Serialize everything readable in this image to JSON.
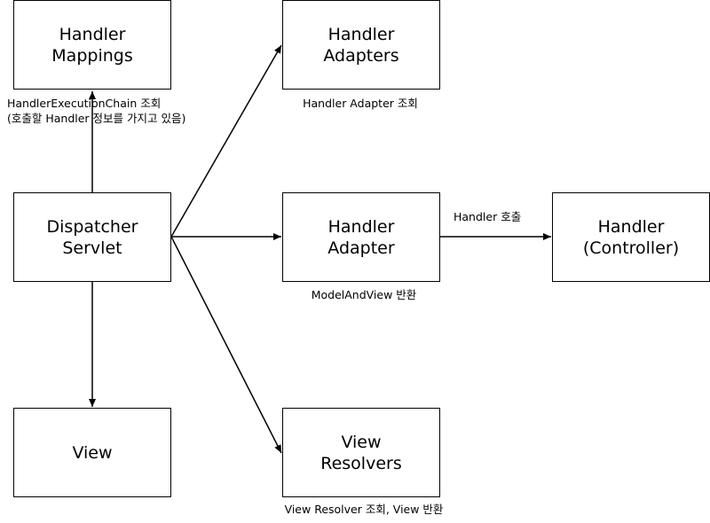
{
  "nodes": {
    "handler_mappings": {
      "line1": "Handler",
      "line2": "Mappings"
    },
    "handler_adapters": {
      "line1": "Handler",
      "line2": "Adapters"
    },
    "dispatcher_servlet": {
      "line1": "Dispatcher",
      "line2": "Servlet"
    },
    "handler_adapter": {
      "line1": "Handler",
      "line2": "Adapter"
    },
    "handler_controller": {
      "line1": "Handler",
      "line2": "(Controller)"
    },
    "view": {
      "line1": "View"
    },
    "view_resolvers": {
      "line1": "View",
      "line2": "Resolvers"
    }
  },
  "labels": {
    "handler_execution_chain": "HandlerExecutionChain 조회",
    "handler_execution_chain_note": "(호출할 Handler 정보를 가지고 있음)",
    "handler_adapter_lookup": "Handler Adapter 조회",
    "handler_call": "Handler 호출",
    "model_and_view_return": "ModelAndView 반환",
    "view_resolver_lookup": "View Resolver 조회, View 반환"
  }
}
